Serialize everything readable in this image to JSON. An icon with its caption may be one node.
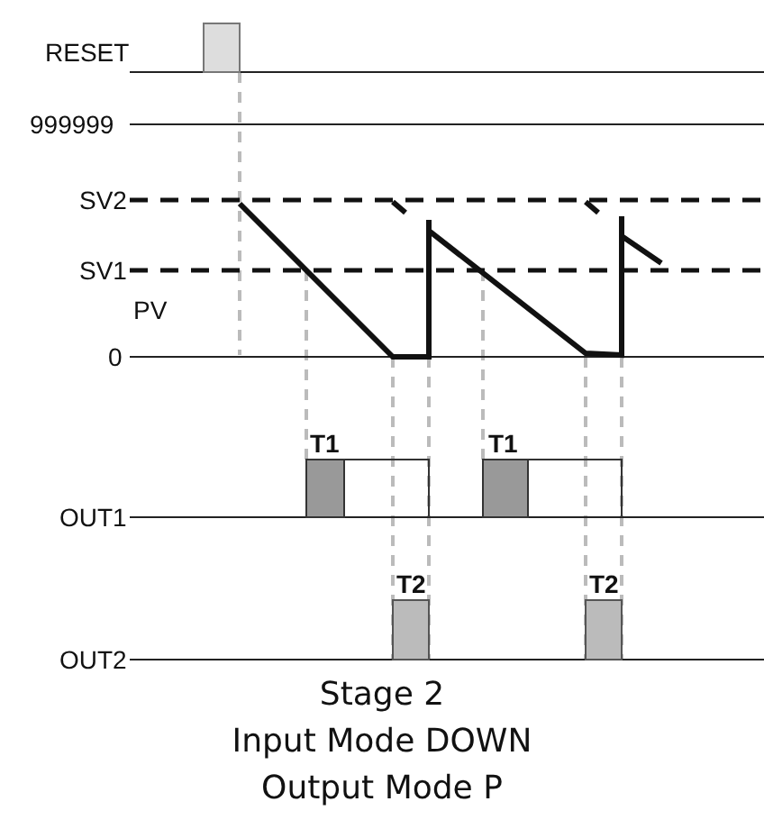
{
  "diagram": {
    "caption": "Stage 2 Input Mode DOWN Output Mode P",
    "labels": [
      "RESET",
      "999999",
      "SV2",
      "SV1",
      "PV",
      "0",
      "T1",
      "T1",
      "OUT1",
      "T2",
      "T2",
      "OUT2"
    ]
  }
}
